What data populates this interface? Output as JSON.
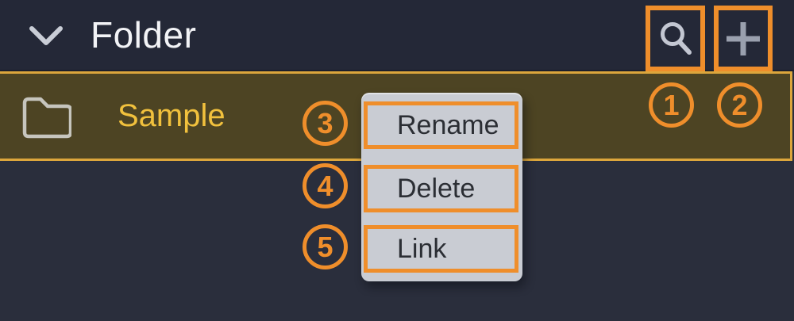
{
  "panel": {
    "title": "Folder",
    "collapse_icon": "chevron-down",
    "actions": [
      {
        "name": "search",
        "icon": "search-icon",
        "annotation": "1"
      },
      {
        "name": "add",
        "icon": "plus-icon",
        "annotation": "2"
      }
    ]
  },
  "folder_row": {
    "icon": "folder-icon",
    "label": "Sample",
    "selected": true
  },
  "context_menu": {
    "items": [
      {
        "label": "Rename",
        "annotation": "3"
      },
      {
        "label": "Delete",
        "annotation": "4"
      },
      {
        "label": "Link",
        "annotation": "5"
      }
    ]
  },
  "colors": {
    "annotation_orange": "#ef8e2b",
    "selection_border_gold": "#dca63c",
    "selection_bg_olive": "#4d4423",
    "folder_name_yellow": "#f1c13d",
    "header_bg": "#242837",
    "body_bg": "#2a2e3c",
    "menu_bg": "#c9ccd3",
    "menu_text": "#2b2e34"
  }
}
